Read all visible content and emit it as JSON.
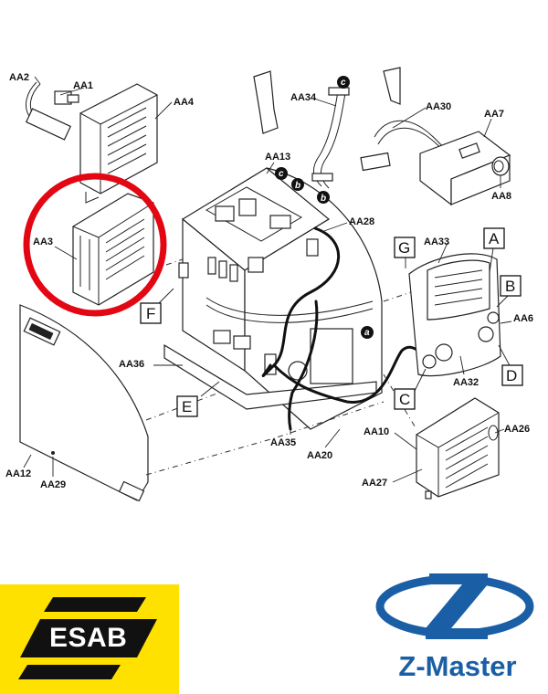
{
  "diagram": {
    "part_labels": {
      "aa2": "AA2",
      "aa1": "AA1",
      "aa4": "AA4",
      "aa34": "AA34",
      "aa30": "AA30",
      "aa7": "AA7",
      "aa8": "AA8",
      "aa13": "AA13",
      "aa28": "AA28",
      "aa3": "AA3",
      "aa33": "AA33",
      "aa6": "AA6",
      "aa36": "AA36",
      "aa32": "AA32",
      "aa10": "AA10",
      "aa26": "AA26",
      "aa35": "AA35",
      "aa20": "AA20",
      "aa12": "AA12",
      "aa29": "AA29",
      "aa27": "AA27"
    },
    "callout_boxes": {
      "a": "A",
      "b": "B",
      "c": "C",
      "d": "D",
      "e": "E",
      "f": "F",
      "g": "G"
    },
    "connector_circles": {
      "c1": "c",
      "c2": "c",
      "b1": "b",
      "b2": "b",
      "a1": "a"
    },
    "highlight_color": "#e30613"
  },
  "logos": {
    "esab": {
      "text": "ESAB",
      "registered": "®",
      "background": "#ffe100"
    },
    "zmaster": {
      "text": "Z-Master",
      "color": "#1a5fa6"
    }
  }
}
